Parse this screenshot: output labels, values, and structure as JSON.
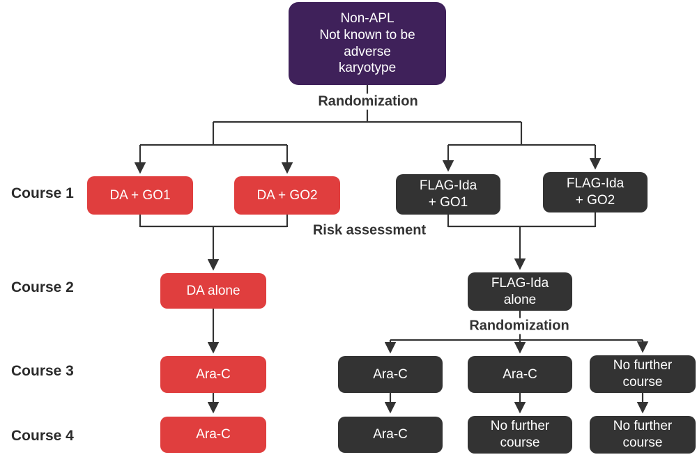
{
  "diagram": {
    "title_node": "Non-APL\nNot known to be\nadverse\nkaryotype",
    "labels": {
      "randomization_top": "Randomization",
      "risk_assessment": "Risk assessment",
      "randomization_mid": "Randomization"
    },
    "rows": {
      "course1": "Course 1",
      "course2": "Course 2",
      "course3": "Course 3",
      "course4": "Course 4"
    },
    "nodes": {
      "da_go1": "DA + GO1",
      "da_go2": "DA + GO2",
      "flag_ida_go1": "FLAG-Ida\n+ GO1",
      "flag_ida_go2": "FLAG-Ida\n+ GO2",
      "da_alone": "DA alone",
      "flag_ida_alone": "FLAG-Ida\nalone",
      "ara_c_left_c3": "Ara-C",
      "ara_c_mid1_c3": "Ara-C",
      "ara_c_mid2_c3": "Ara-C",
      "no_further_right_c3": "No further\ncourse",
      "ara_c_left_c4": "Ara-C",
      "ara_c_mid_c4": "Ara-C",
      "no_further_mid_c4": "No further\ncourse",
      "no_further_right_c4": "No further\ncourse"
    },
    "colors": {
      "purple": "#3f215a",
      "red": "#e03e3e",
      "dark": "#333333",
      "line": "#333333",
      "background": "#ffffff"
    }
  }
}
